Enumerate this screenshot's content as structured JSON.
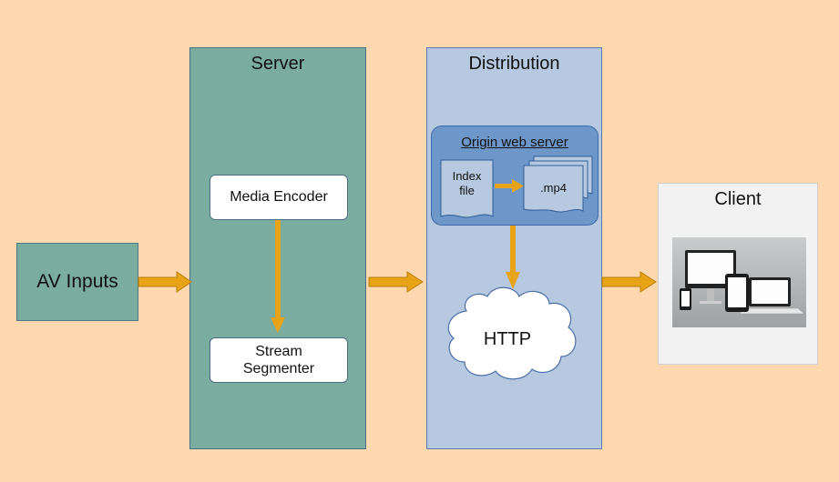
{
  "inputs": {
    "label": "AV Inputs"
  },
  "server": {
    "title": "Server",
    "media_encoder": "Media Encoder",
    "stream_segmenter_line1": "Stream",
    "stream_segmenter_line2": "Segmenter"
  },
  "distribution": {
    "title": "Distribution",
    "origin": {
      "title": "Origin web server",
      "index_line1": "Index",
      "index_line2": "file",
      "media_file": ".mp4"
    },
    "http_label": "HTTP"
  },
  "client": {
    "title": "Client",
    "image_icon": "devices-icon"
  },
  "colors": {
    "background": "#ffd8b0",
    "server_fill": "#7aaca0",
    "distribution_fill": "#b7c9e0",
    "origin_fill": "#6d96c9",
    "arrow": "#e8a317"
  }
}
